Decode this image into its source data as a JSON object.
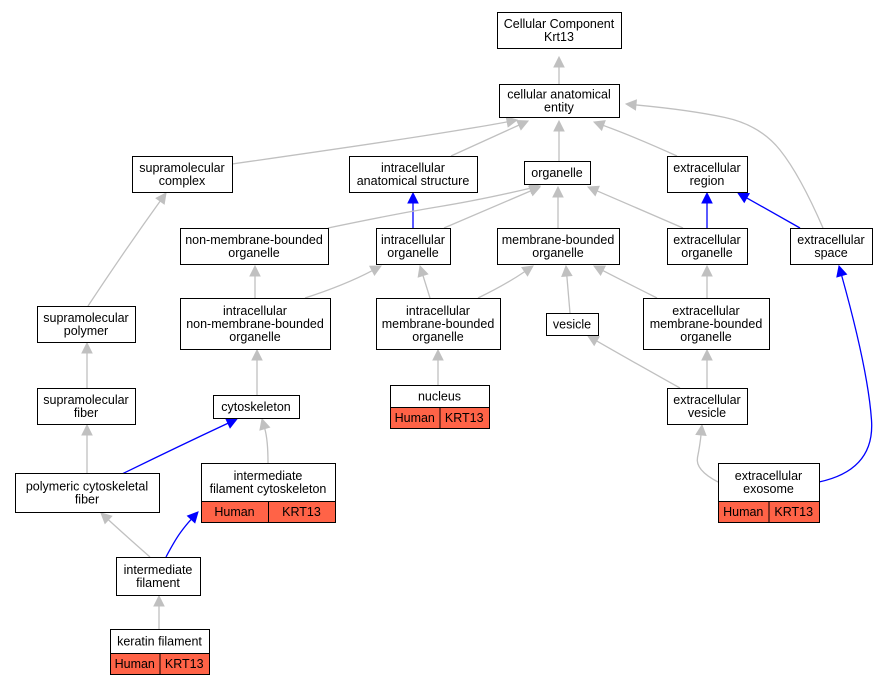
{
  "diagram": {
    "colors": {
      "edge_grey": "#c0c0c0",
      "edge_blue": "#0000ff",
      "tag_fill": "#ff6347"
    },
    "nodes": [
      {
        "id": "cellular-component",
        "lines": [
          "Cellular Component",
          "Krt13"
        ]
      },
      {
        "id": "cellular-anatomical-entity",
        "lines": [
          "cellular anatomical",
          "entity"
        ]
      },
      {
        "id": "supramolecular-complex",
        "lines": [
          "supramolecular",
          "complex"
        ]
      },
      {
        "id": "intracellular-anatomical-structure",
        "lines": [
          "intracellular",
          "anatomical structure"
        ]
      },
      {
        "id": "organelle",
        "lines": [
          "organelle"
        ]
      },
      {
        "id": "extracellular-region",
        "lines": [
          "extracellular",
          "region"
        ]
      },
      {
        "id": "non-membrane-bounded-organelle",
        "lines": [
          "non-membrane-bounded",
          "organelle"
        ]
      },
      {
        "id": "intracellular-organelle",
        "lines": [
          "intracellular",
          "organelle"
        ]
      },
      {
        "id": "membrane-bounded-organelle",
        "lines": [
          "membrane-bounded",
          "organelle"
        ]
      },
      {
        "id": "extracellular-organelle",
        "lines": [
          "extracellular",
          "organelle"
        ]
      },
      {
        "id": "extracellular-space",
        "lines": [
          "extracellular",
          "space"
        ]
      },
      {
        "id": "supramolecular-polymer",
        "lines": [
          "supramolecular",
          "polymer"
        ]
      },
      {
        "id": "intracellular-non-membrane-bounded-organelle",
        "lines": [
          "intracellular",
          "non-membrane-bounded",
          "organelle"
        ]
      },
      {
        "id": "intracellular-membrane-bounded-organelle",
        "lines": [
          "intracellular",
          "membrane-bounded",
          "organelle"
        ]
      },
      {
        "id": "vesicle",
        "lines": [
          "vesicle"
        ]
      },
      {
        "id": "extracellular-membrane-bounded-organelle",
        "lines": [
          "extracellular",
          "membrane-bounded",
          "organelle"
        ]
      },
      {
        "id": "nucleus",
        "lines": [
          "nucleus"
        ],
        "tags": [
          "Human",
          "KRT13"
        ]
      },
      {
        "id": "supramolecular-fiber",
        "lines": [
          "supramolecular",
          "fiber"
        ]
      },
      {
        "id": "cytoskeleton",
        "lines": [
          "cytoskeleton"
        ]
      },
      {
        "id": "extracellular-vesicle",
        "lines": [
          "extracellular",
          "vesicle"
        ]
      },
      {
        "id": "polymeric-cytoskeletal-fiber",
        "lines": [
          "polymeric cytoskeletal",
          "fiber"
        ]
      },
      {
        "id": "intermediate-filament-cytoskeleton",
        "lines": [
          "intermediate",
          "filament cytoskeleton"
        ],
        "tags": [
          "Human",
          "KRT13"
        ]
      },
      {
        "id": "extracellular-exosome",
        "lines": [
          "extracellular",
          "exosome"
        ],
        "tags": [
          "Human",
          "KRT13"
        ]
      },
      {
        "id": "intermediate-filament",
        "lines": [
          "intermediate",
          "filament"
        ]
      },
      {
        "id": "keratin-filament",
        "lines": [
          "keratin filament"
        ],
        "tags": [
          "Human",
          "KRT13"
        ]
      }
    ],
    "edges": [
      {
        "from": "cellular-anatomical-entity",
        "to": "cellular-component",
        "color": "grey"
      },
      {
        "from": "supramolecular-complex",
        "to": "cellular-anatomical-entity",
        "color": "grey"
      },
      {
        "from": "intracellular-anatomical-structure",
        "to": "cellular-anatomical-entity",
        "color": "grey"
      },
      {
        "from": "organelle",
        "to": "cellular-anatomical-entity",
        "color": "grey"
      },
      {
        "from": "extracellular-region",
        "to": "cellular-anatomical-entity",
        "color": "grey"
      },
      {
        "from": "extracellular-space",
        "to": "cellular-anatomical-entity",
        "color": "grey"
      },
      {
        "from": "intracellular-organelle",
        "to": "intracellular-anatomical-structure",
        "color": "blue"
      },
      {
        "from": "non-membrane-bounded-organelle",
        "to": "organelle",
        "color": "grey"
      },
      {
        "from": "intracellular-organelle",
        "to": "organelle",
        "color": "grey"
      },
      {
        "from": "membrane-bounded-organelle",
        "to": "organelle",
        "color": "grey"
      },
      {
        "from": "extracellular-organelle",
        "to": "organelle",
        "color": "grey"
      },
      {
        "from": "extracellular-organelle",
        "to": "extracellular-region",
        "color": "blue"
      },
      {
        "from": "extracellular-space",
        "to": "extracellular-region",
        "color": "blue"
      },
      {
        "from": "supramolecular-polymer",
        "to": "supramolecular-complex",
        "color": "grey"
      },
      {
        "from": "intracellular-non-membrane-bounded-organelle",
        "to": "non-membrane-bounded-organelle",
        "color": "grey"
      },
      {
        "from": "intracellular-non-membrane-bounded-organelle",
        "to": "intracellular-organelle",
        "color": "grey"
      },
      {
        "from": "intracellular-membrane-bounded-organelle",
        "to": "intracellular-organelle",
        "color": "grey"
      },
      {
        "from": "intracellular-membrane-bounded-organelle",
        "to": "membrane-bounded-organelle",
        "color": "grey"
      },
      {
        "from": "vesicle",
        "to": "membrane-bounded-organelle",
        "color": "grey"
      },
      {
        "from": "extracellular-membrane-bounded-organelle",
        "to": "membrane-bounded-organelle",
        "color": "grey"
      },
      {
        "from": "extracellular-membrane-bounded-organelle",
        "to": "extracellular-organelle",
        "color": "grey"
      },
      {
        "from": "nucleus",
        "to": "intracellular-membrane-bounded-organelle",
        "color": "grey"
      },
      {
        "from": "supramolecular-fiber",
        "to": "supramolecular-polymer",
        "color": "grey"
      },
      {
        "from": "cytoskeleton",
        "to": "intracellular-non-membrane-bounded-organelle",
        "color": "grey"
      },
      {
        "from": "extracellular-vesicle",
        "to": "vesicle",
        "color": "grey"
      },
      {
        "from": "extracellular-vesicle",
        "to": "extracellular-membrane-bounded-organelle",
        "color": "grey"
      },
      {
        "from": "polymeric-cytoskeletal-fiber",
        "to": "supramolecular-fiber",
        "color": "grey"
      },
      {
        "from": "polymeric-cytoskeletal-fiber",
        "to": "cytoskeleton",
        "color": "blue"
      },
      {
        "from": "intermediate-filament-cytoskeleton",
        "to": "cytoskeleton",
        "color": "grey"
      },
      {
        "from": "extracellular-exosome",
        "to": "extracellular-vesicle",
        "color": "grey"
      },
      {
        "from": "extracellular-exosome",
        "to": "extracellular-space",
        "color": "blue"
      },
      {
        "from": "intermediate-filament",
        "to": "polymeric-cytoskeletal-fiber",
        "color": "grey"
      },
      {
        "from": "intermediate-filament",
        "to": "intermediate-filament-cytoskeleton",
        "color": "blue"
      },
      {
        "from": "keratin-filament",
        "to": "intermediate-filament",
        "color": "grey"
      }
    ]
  }
}
